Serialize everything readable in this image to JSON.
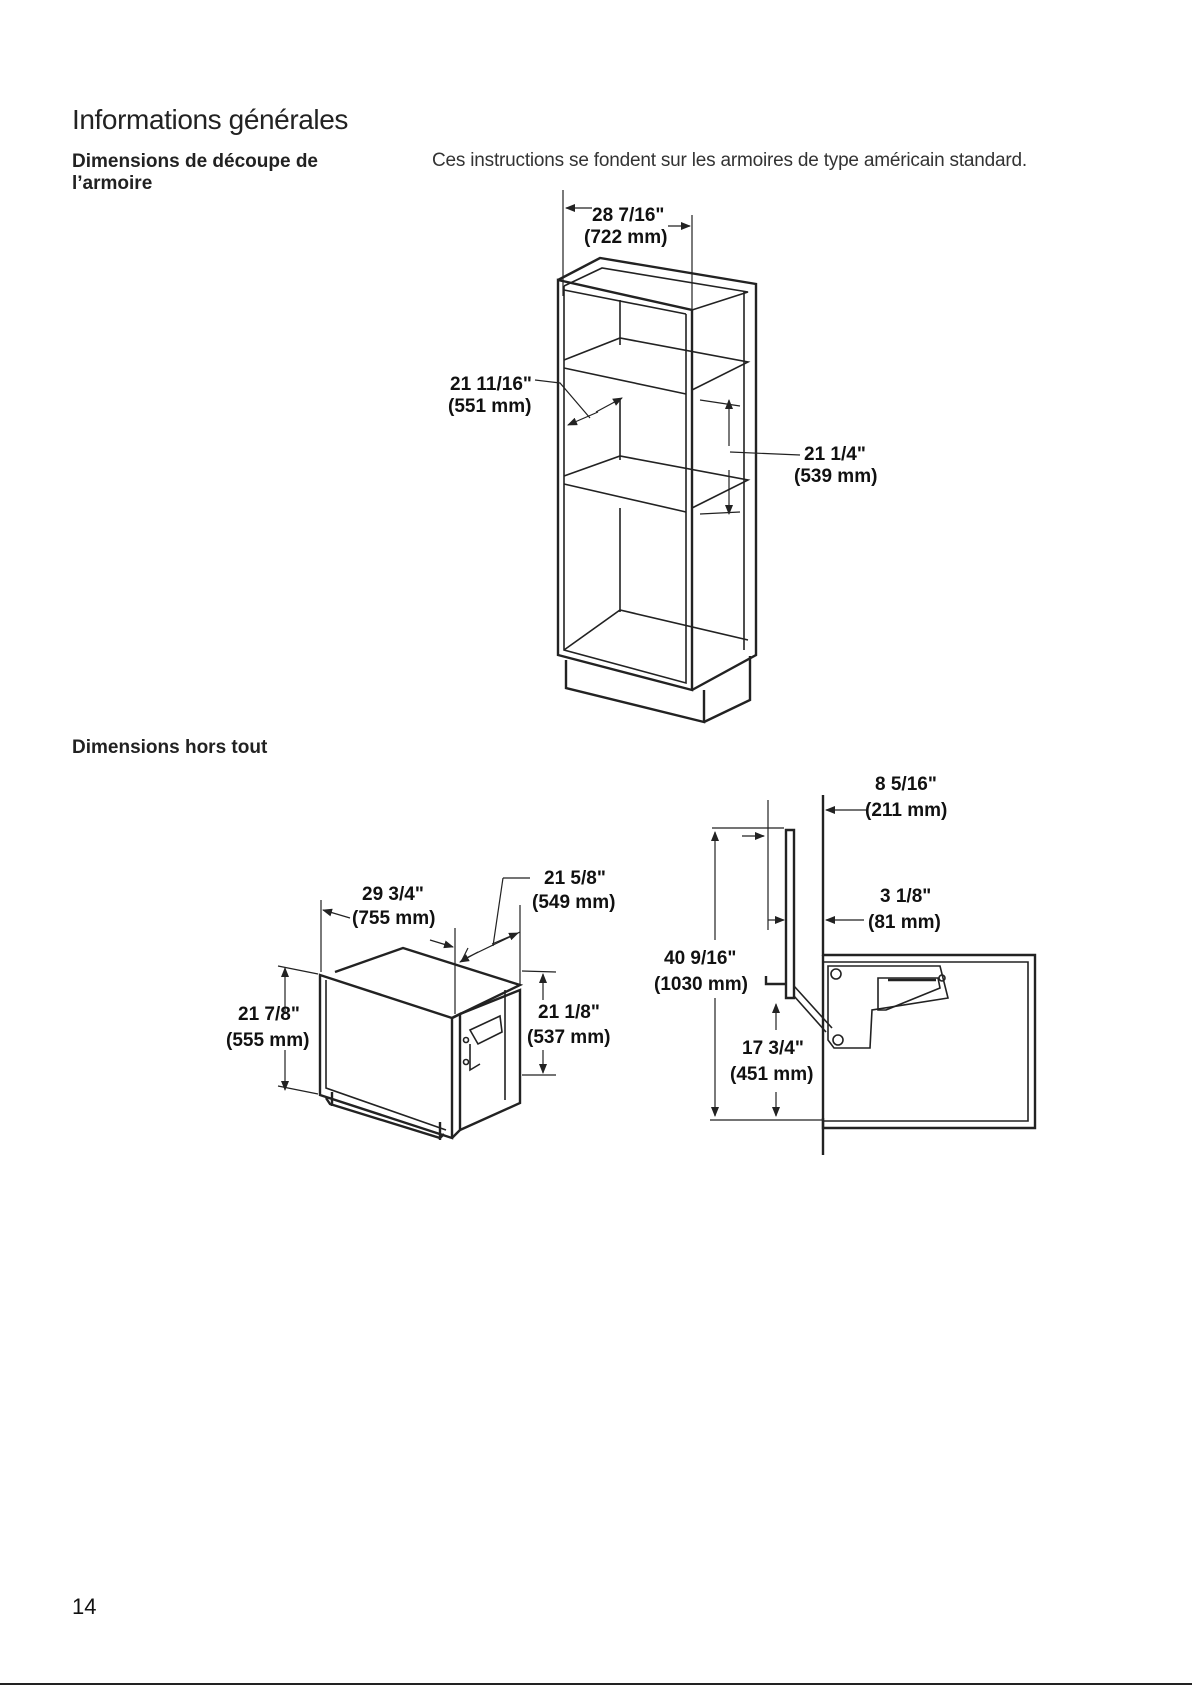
{
  "page": {
    "title": "Informations générales",
    "page_number": "14"
  },
  "section1": {
    "heading": "Dimensions de découpe de l’armoire",
    "intro": "Ces instructions se fondent sur les armoires de type américain standard."
  },
  "section2": {
    "heading": "Dimensions hors tout"
  },
  "cabinet_dims": {
    "width_in": "28 7/16\"",
    "width_mm": "(722 mm)",
    "depth_in": "21 11/16\"",
    "depth_mm": "(551 mm)",
    "height_in": "21 1/4\"",
    "height_mm": "(539 mm)"
  },
  "oven_dims": {
    "width_in": "29 3/4\"",
    "width_mm": "(755 mm)",
    "depth_in": "21 5/8\"",
    "depth_mm": "(549 mm)",
    "front_height_in": "21 7/8\"",
    "front_height_mm": "(555 mm)",
    "body_height_in": "21 1/8\"",
    "body_height_mm": "(537 mm)"
  },
  "side_dims": {
    "top_in": "8 5/16\"",
    "top_mm": "(211 mm)",
    "mid_in": "3 1/8\"",
    "mid_mm": "(81 mm)",
    "total_in": "40 9/16\"",
    "total_mm": "(1030 mm)",
    "low_in": "17 3/4\"",
    "low_mm": "(451 mm)"
  }
}
